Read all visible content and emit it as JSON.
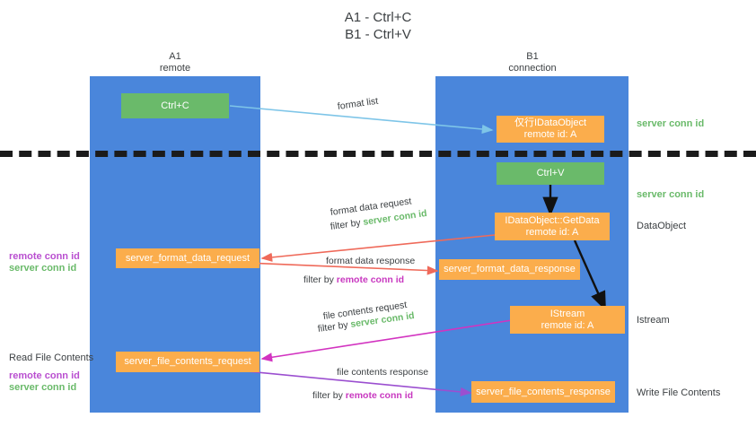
{
  "title": "A1 - Ctrl+C\nB1 - Ctrl+V",
  "columns": {
    "left": "A1\nremote",
    "right": "B1\nconnection"
  },
  "nodes": {
    "ctrl_c": "Ctrl+C",
    "idataobject": "仅行IDataObject\nremote id: A",
    "ctrl_v": "Ctrl+V",
    "getdata": "IDataObject::GetData\nremote id: A",
    "server_format_data_request": "server_format_data_request",
    "server_format_data_response": "server_format_data_response",
    "istream": "IStream\nremote id: A",
    "server_file_contents_request": "server_file_contents_request",
    "server_file_contents_response": "server_file_contents_response"
  },
  "edges": {
    "format_list": "format list",
    "format_data_request": "format data request",
    "format_data_request_filter_prefix": "filter by ",
    "format_data_request_filter_value": "server conn id",
    "format_data_response": "format data response",
    "format_data_response_filter_prefix": "filter by ",
    "format_data_response_filter_value": "remote conn id",
    "file_contents_request": "file contents request",
    "file_contents_request_filter_prefix": "filter by ",
    "file_contents_request_filter_value": "server conn id",
    "file_contents_response": "file contents response",
    "file_contents_response_filter_prefix": "filter by ",
    "file_contents_response_filter_value": "remote conn id"
  },
  "annotations": {
    "server_conn_id_top": "server conn id",
    "server_conn_id_second": "server conn id",
    "dataobject": "DataObject",
    "istream_label": "Istream",
    "write_file_contents": "Write File Contents",
    "read_file_contents": "Read File Contents",
    "left_remote_conn_id_1": "remote conn id",
    "left_server_conn_id_1": "server conn id",
    "left_remote_conn_id_2": "remote conn id",
    "left_server_conn_id_2": "server conn id"
  },
  "colors": {
    "lane": "#4a86db",
    "green_node": "#6aba6a",
    "orange_node": "#fbad4c",
    "divider": "#1b1b1b",
    "arrow_blue": "#7ec5e8",
    "arrow_red": "#ef6a5a",
    "arrow_magenta": "#d233c0",
    "arrow_purple": "#9b4fd0",
    "arrow_black": "#111111",
    "green_text": "#6aba6a",
    "purple_text": "#b94fd0"
  }
}
